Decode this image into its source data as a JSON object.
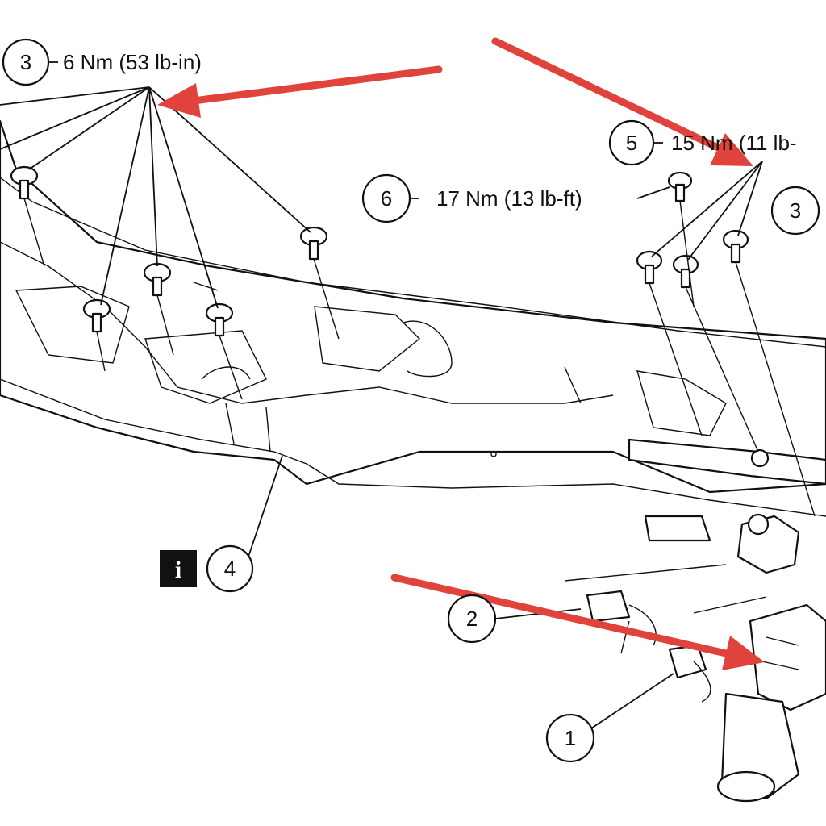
{
  "callouts": {
    "c3_top": {
      "number": "3",
      "torque": "6 Nm (53 lb-in)"
    },
    "c5": {
      "number": "5",
      "torque": "15 Nm (11 lb-"
    },
    "c6": {
      "number": "6",
      "torque": "17 Nm (13 lb-ft)"
    },
    "c3_right": {
      "number": "3"
    },
    "c4": {
      "number": "4"
    },
    "c2": {
      "number": "2"
    },
    "c1": {
      "number": "1"
    }
  },
  "info_badge": {
    "label": "i"
  },
  "colors": {
    "arrow": "#e0433b",
    "line_art": "#111111",
    "background": "#ffffff"
  }
}
